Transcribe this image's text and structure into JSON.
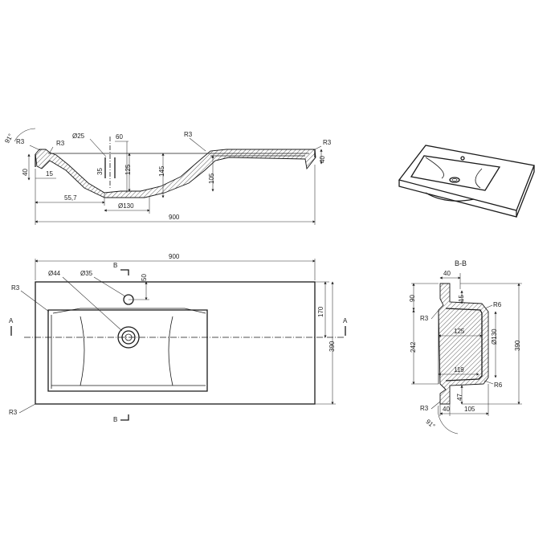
{
  "side_view": {
    "angle": "91°",
    "r_left": "R3",
    "r_left2": "R3",
    "r_mid": "R3",
    "r_right": "R3",
    "d_drain": "Ø25",
    "d_60": "60",
    "d_35": "35",
    "d_125": "125",
    "d_145": "145",
    "d_105": "105",
    "d_40_left": "40",
    "d_40_right": "40",
    "d_15": "15",
    "d_55_7": "55,7",
    "d_130": "Ø130",
    "d_900": "900"
  },
  "top_view": {
    "d_900": "900",
    "d_44": "Ø44",
    "d_35": "Ø35",
    "d_50": "50",
    "d_170": "170",
    "d_390": "390",
    "r_left": "R3",
    "r_bottom": "R3",
    "sec_b_top": "B",
    "sec_b_bottom": "B",
    "sec_a_left": "A",
    "sec_a_right": "A"
  },
  "section_view": {
    "title": "B-B",
    "d_40_top": "40",
    "d_90": "90",
    "d_15": "15",
    "r6_top": "R6",
    "r3_left": "R3",
    "d_125": "125",
    "d_130": "Ø130",
    "d_242": "242",
    "d_390": "390",
    "d_119": "119",
    "r6_bottom": "R6",
    "d_47": "47",
    "r3_bottom": "R3",
    "d_40_bottom": "40",
    "d_105": "105",
    "angle": "91°"
  }
}
